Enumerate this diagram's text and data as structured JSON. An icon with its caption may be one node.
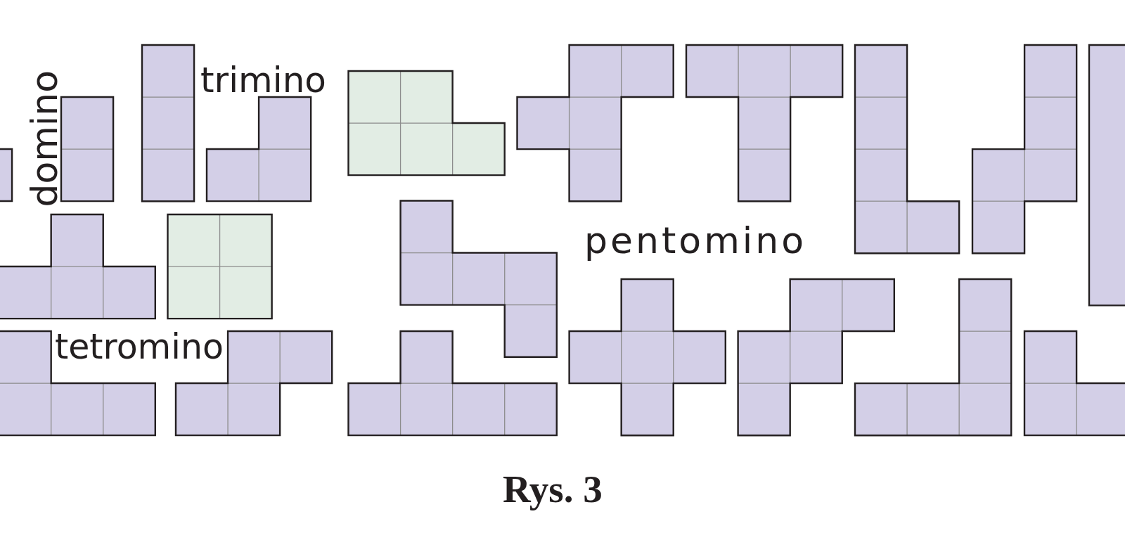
{
  "diagram": {
    "caption": "Rys. 3",
    "labels": [
      "domino",
      "trimino",
      "pentomino",
      "tetromino"
    ]
  }
}
